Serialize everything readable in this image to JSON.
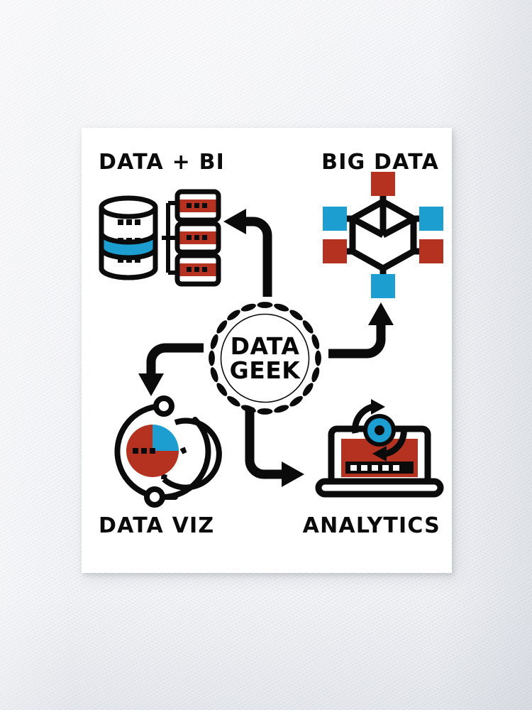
{
  "poster": {
    "background_color": "#ffffff",
    "wall_color": "#eef0f3"
  },
  "palette": {
    "ink": "#0b0b0b",
    "red": "#b4321f",
    "blue": "#1c9ed1",
    "white": "#ffffff"
  },
  "center": {
    "name": "data-geek-badge",
    "line1": "DATA",
    "line2": "GEEK",
    "ring_style": "dashed-petal-ring"
  },
  "quadrants": [
    {
      "id": "data-bi",
      "label": "DATA + BI",
      "position": "top-left",
      "icon": "database-servers-icon",
      "icon_parts": {
        "cylinder_bands": 3,
        "highlight_band_color": "#1c9ed1",
        "band_dots": 3,
        "server_boxes": 3,
        "server_box_color": "#b4321f",
        "server_box_dots": 3
      }
    },
    {
      "id": "big-data",
      "label": "BIG DATA",
      "position": "top-right",
      "icon": "network-cube-icon",
      "icon_parts": {
        "cube_nodes": 6,
        "node_colors": [
          "#b4321f",
          "#1c9ed1",
          "#1c9ed1",
          "#b4321f",
          "#b4321f",
          "#1c9ed1"
        ],
        "node_order": [
          "top",
          "top-left",
          "top-right",
          "bottom-left",
          "bottom-right",
          "bottom"
        ]
      }
    },
    {
      "id": "data-viz",
      "label": "DATA VIZ",
      "position": "bottom-left",
      "icon": "pie-chart-icon",
      "icon_parts": {
        "pie_slices": [
          {
            "name": "major",
            "color": "#b4321f",
            "percent": 75
          },
          {
            "name": "minor",
            "color": "#1c9ed1",
            "percent": 25
          }
        ],
        "dots_on_slice": 3,
        "orbit_handles": 2,
        "dashed_arc": true
      }
    },
    {
      "id": "analytics",
      "label": "ANALYTICS",
      "position": "bottom-right",
      "icon": "laptop-analytics-icon",
      "icon_parts": {
        "screen_color": "#b4321f",
        "progress_squares": 5,
        "lens_outer_color": "#1c9ed1",
        "lens_inner_color": "#0b0b0b",
        "refresh_arrows": 2
      }
    }
  ],
  "arrows": [
    {
      "id": "arrow-to-data-bi",
      "from": "center",
      "to": "data-bi",
      "direction": "up-then-left",
      "head": "left"
    },
    {
      "id": "arrow-to-big-data",
      "from": "center",
      "to": "big-data",
      "direction": "right-then-up",
      "head": "up"
    },
    {
      "id": "arrow-to-data-viz",
      "from": "center",
      "to": "data-viz",
      "direction": "left-then-down",
      "head": "down"
    },
    {
      "id": "arrow-to-analytics",
      "from": "center",
      "to": "analytics",
      "direction": "down-then-right",
      "head": "right"
    }
  ]
}
